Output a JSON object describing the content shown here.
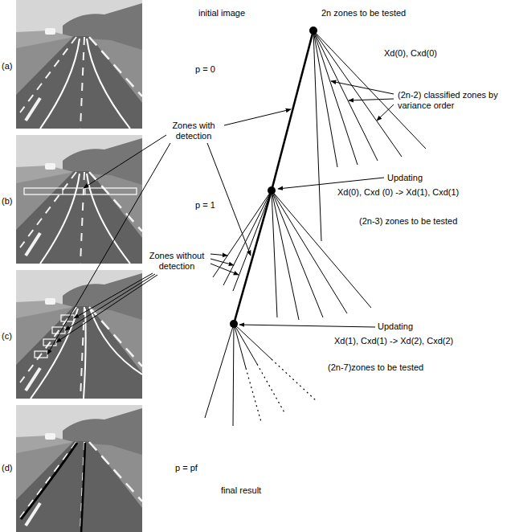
{
  "diagram": {
    "labels": [
      "(a)",
      "(b)",
      "(c)",
      "(d)",
      "initial image",
      "2n zones to be tested",
      "Xd(0), Cxd(0)",
      "p = 0",
      "(2n-2) classified zones by variance order",
      "Zones with detection",
      "p = 1",
      "Updating",
      "Xd(0), Cxd (0) -> Xd(1), Cxd(1)",
      "(2n-3) zones to be tested",
      "Zones without detection",
      "Updating",
      "Xd(1), Cxd(1) -> Xd(2), Cxd(2)",
      "(2n-7)zones to be tested",
      "p = pf",
      "final result"
    ]
  }
}
